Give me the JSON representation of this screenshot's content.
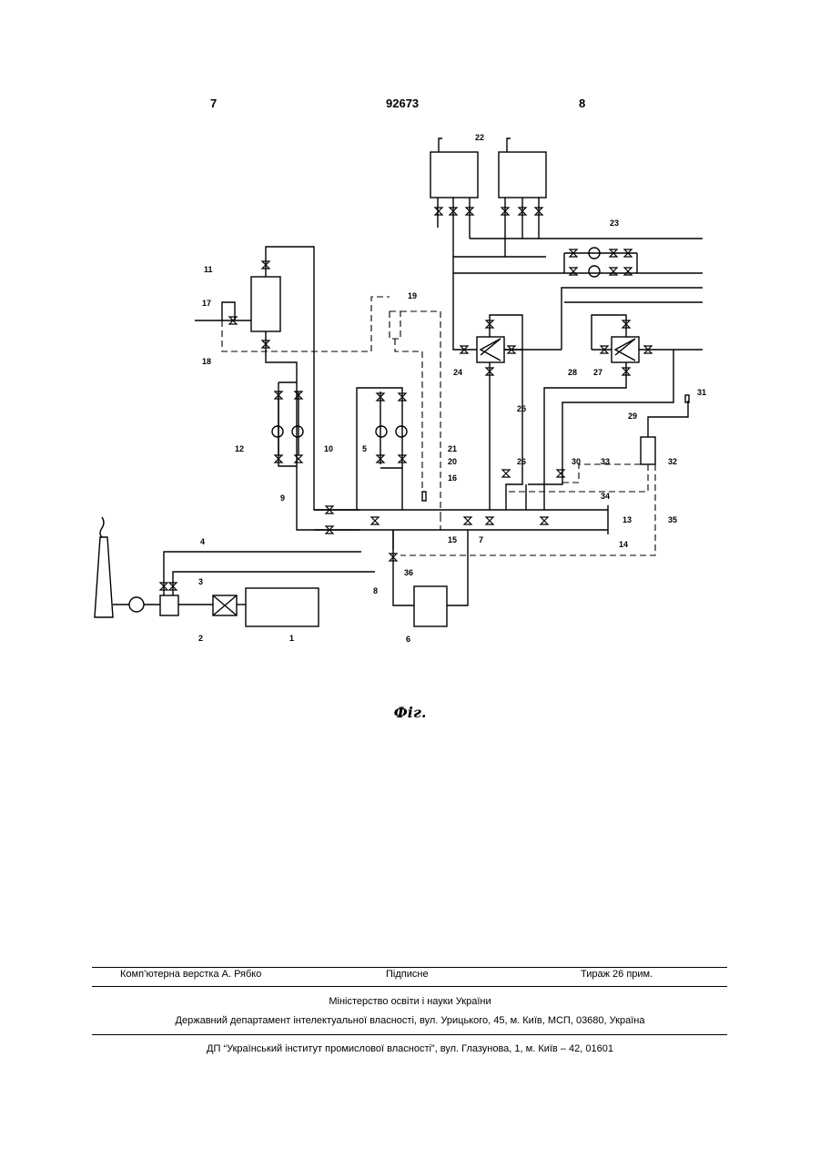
{
  "header": {
    "page_left": "7",
    "patent_number": "92673",
    "page_right": "8"
  },
  "figure": {
    "caption": "Фіг.",
    "labels": [
      "1",
      "2",
      "3",
      "4",
      "5",
      "6",
      "7",
      "8",
      "9",
      "10",
      "11",
      "12",
      "13",
      "14",
      "15",
      "16",
      "17",
      "18",
      "19",
      "20",
      "21",
      "22",
      "23",
      "24",
      "25",
      "26",
      "27",
      "28",
      "29",
      "30",
      "31",
      "32",
      "33",
      "34",
      "35",
      "36"
    ]
  },
  "footer": {
    "layout_credit": "Комп’ютерна верстка А. Рябко",
    "signed": "Підписне",
    "circulation": "Тираж 26 прим.",
    "ministry": "Міністерство освіти і науки України",
    "department": "Державний департамент інтелектуальної власності, вул. Урицького, 45, м. Київ, МСП, 03680, Україна",
    "institute": "ДП “Український інститут промислової власності”, вул. Глазунова, 1, м. Київ – 42, 01601"
  }
}
